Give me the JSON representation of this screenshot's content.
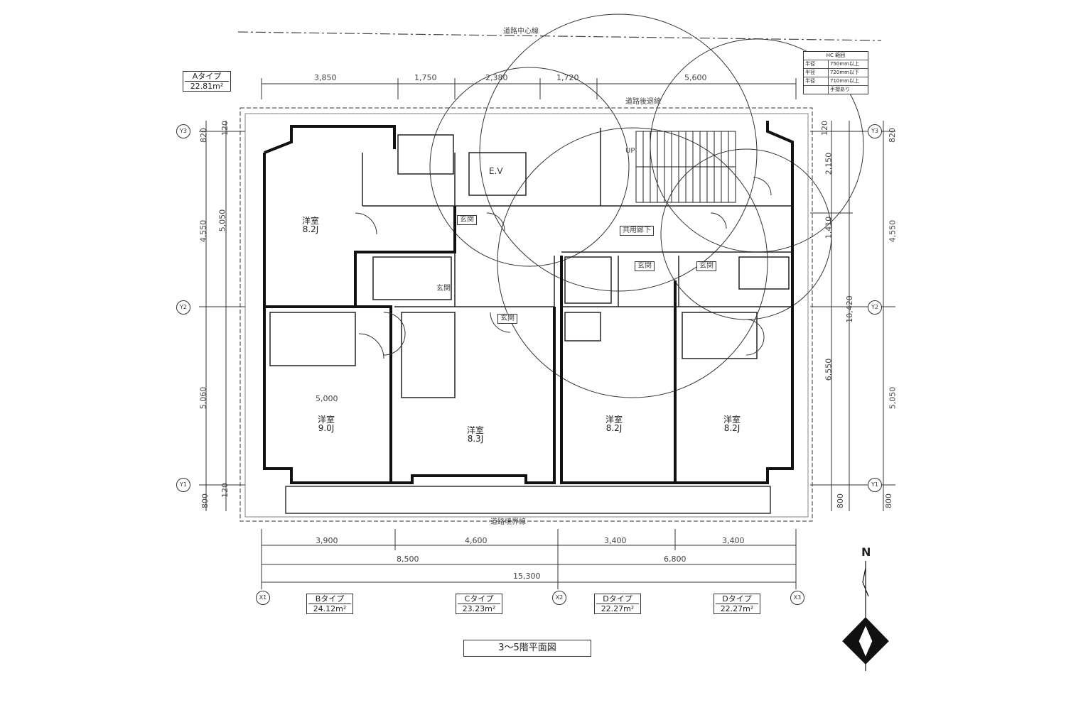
{
  "road_labels": {
    "road_center_line": "道路中心線",
    "road_boundary_line": "道路境界線",
    "adjacent_boundary_line": "道路後退線"
  },
  "top_dims": [
    "3,850",
    "1,750",
    "2,380",
    "1,720",
    "5,600"
  ],
  "bottom_dims_row1": [
    "3,900",
    "4,600",
    "3,400",
    "3,400"
  ],
  "bottom_dims_row2": [
    "8,500",
    "6,800"
  ],
  "bottom_dims_total": "15,300",
  "left_dims": [
    "820",
    "120",
    "4,550",
    "5,050",
    "5,060",
    "120",
    "800"
  ],
  "right_dims": [
    "120",
    "820",
    "2,150",
    "1,410",
    "4,550",
    "10,420",
    "6,550",
    "5,050",
    "800",
    "800"
  ],
  "grid_marks": {
    "y3": "Y3",
    "y2": "Y2",
    "y1": "Y1",
    "x1": "X1",
    "x2": "X2",
    "x3": "X3"
  },
  "unit_types": [
    {
      "name": "Aタイプ",
      "area": "22.81m²"
    },
    {
      "name": "Bタイプ",
      "area": "24.12m²"
    },
    {
      "name": "Cタイプ",
      "area": "23.23m²"
    },
    {
      "name": "Dタイプ",
      "area": "22.27m²"
    },
    {
      "name": "Dタイプ",
      "area": "22.27m²"
    }
  ],
  "rooms": [
    {
      "name": "洋室",
      "size": "8.2J"
    },
    {
      "name": "洋室",
      "size": "9.0J"
    },
    {
      "name": "洋室",
      "size": "8.3J"
    },
    {
      "name": "洋室",
      "size": "8.2J"
    },
    {
      "name": "洋室",
      "size": "8.2J"
    }
  ],
  "entrances": [
    "玄関",
    "玄関",
    "玄関",
    "玄関",
    "玄関"
  ],
  "misc_labels": {
    "ev": "E.V",
    "shared_corridor": "共用廊下",
    "up": "UP",
    "dim_5000": "5,000"
  },
  "floor_caption": "3～5階平面図",
  "north_label": "N",
  "legend": {
    "header": "HC 範囲",
    "rows": [
      {
        "k": "半径",
        "v": "750mm以上"
      },
      {
        "k": "半径",
        "v": "720mm以下"
      },
      {
        "k": "半径",
        "v": "710mm以上"
      },
      {
        "k": "",
        "v": "手摺あり"
      }
    ]
  }
}
